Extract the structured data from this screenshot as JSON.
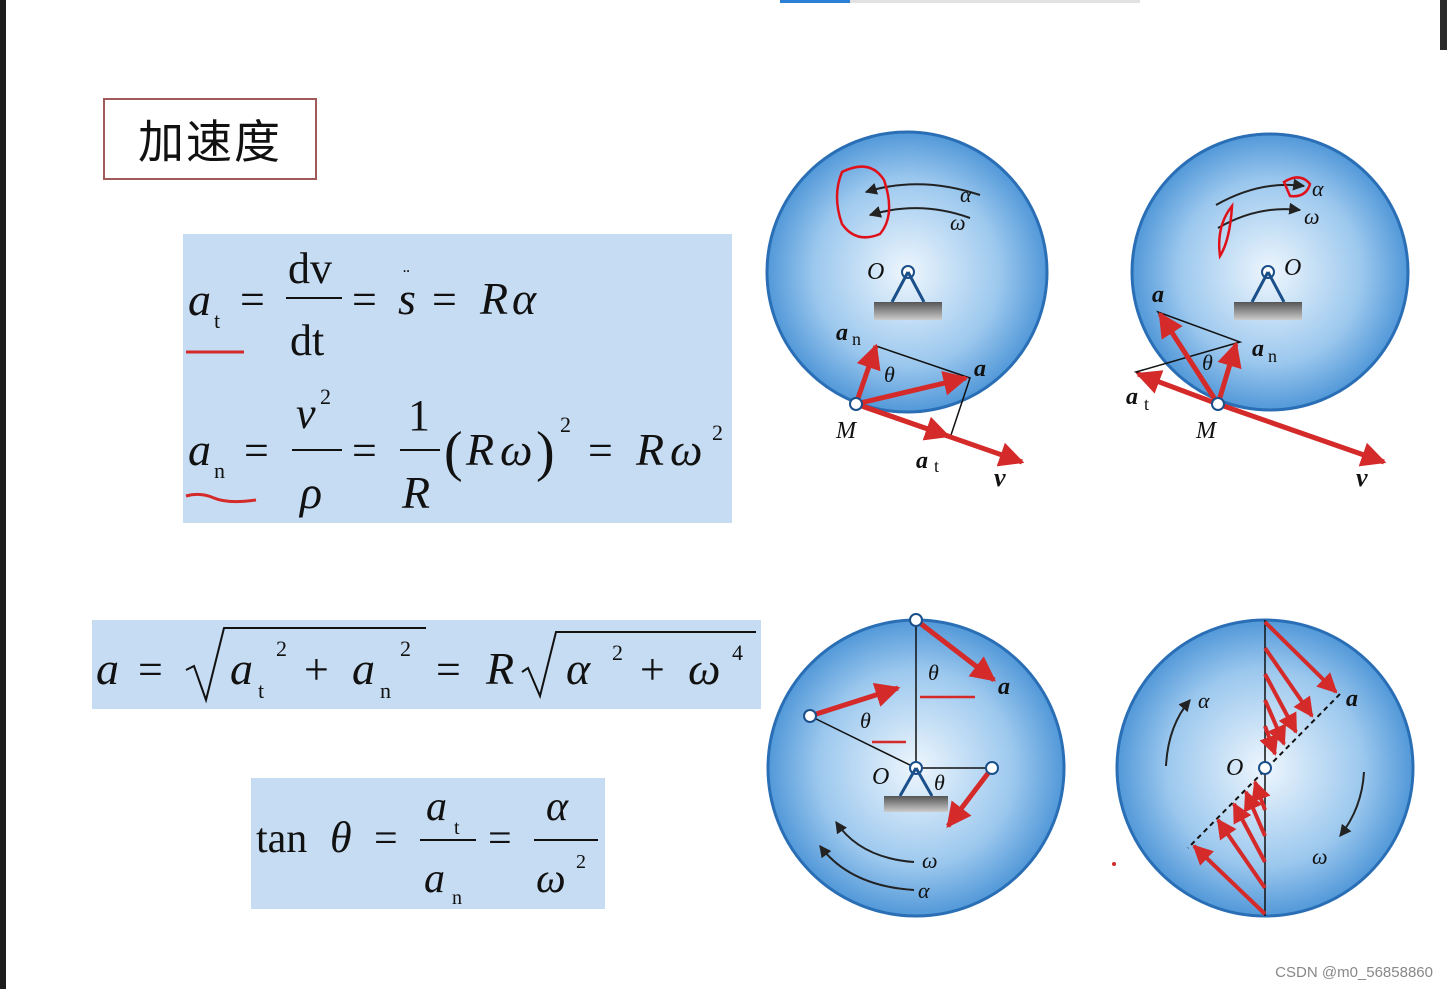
{
  "title": "加速度",
  "eq1": {
    "a": "a",
    "t": "t",
    "eq": "=",
    "dv": "dv",
    "dt": "dt",
    "s": "s",
    "R": "R",
    "alpha": "α"
  },
  "eq2": {
    "a": "a",
    "n": "n",
    "eq": "=",
    "v": "v",
    "rho": "ρ",
    "one": "1",
    "R": "R",
    "omega": "ω",
    "two": "2"
  },
  "eq3": {
    "a": "a",
    "t": "t",
    "n": "n",
    "eq": "=",
    "plus": "+",
    "R": "R",
    "alpha": "α",
    "omega": "ω",
    "two": "2",
    "four": "4"
  },
  "eq4": {
    "tan": "tan",
    "theta": "θ",
    "a": "a",
    "t": "t",
    "n": "n",
    "eq": "=",
    "alpha": "α",
    "omega": "ω",
    "two": "2"
  },
  "diagrams": {
    "O": "O",
    "M": "M",
    "alpha": "α",
    "omega": "ω",
    "theta": "θ",
    "a": "a",
    "an": "a",
    "at": "a",
    "n": "n",
    "t": "t",
    "v": "v"
  },
  "colors": {
    "accent": "#d42a2a",
    "box": "#c6dcf2",
    "disk": "#5fa3dd"
  },
  "watermark": "CSDN @m0_56858860"
}
